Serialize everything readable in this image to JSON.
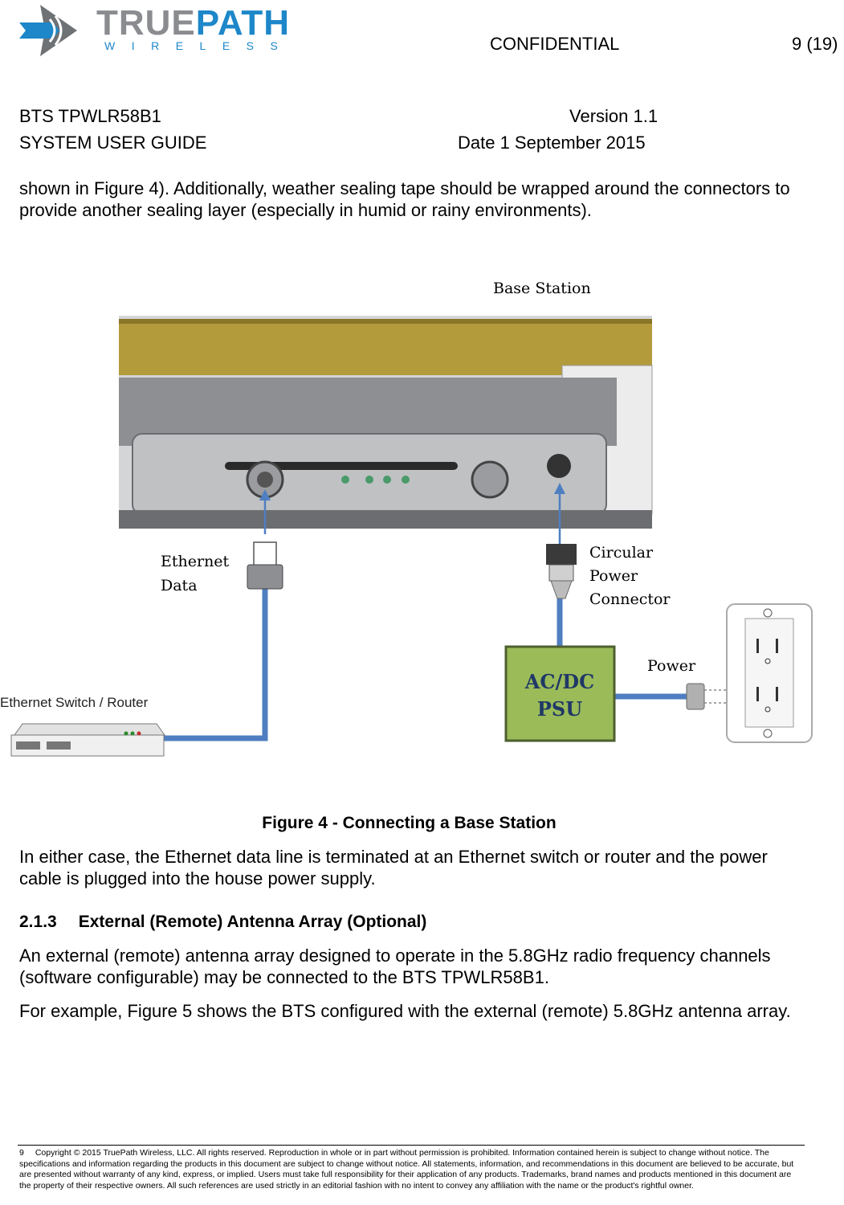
{
  "header": {
    "logo_main_a": "TRUE",
    "logo_main_b": "PATH",
    "logo_sub": "WIRELESS",
    "confidential": "CONFIDENTIAL",
    "page": "9 (19)",
    "doc_line1": "BTS TPWLR58B1",
    "doc_line2": "SYSTEM USER GUIDE",
    "version": "Version 1.1",
    "date": "Date 1 September 2015"
  },
  "paragraphs": {
    "intro": "shown in Figure 4).  Additionally, weather sealing tape should be wrapped around the connectors to provide another sealing layer (especially in humid or rainy environments).",
    "after_figure": "In either case, the Ethernet data line is terminated at an Ethernet switch or router and the power cable is plugged into the house power supply.",
    "section_para1": "An external (remote) antenna array designed to operate in the 5.8GHz radio frequency channels (software configurable) may be connected to the BTS TPWLR58B1.",
    "section_para2": "For example, Figure 5 shows the BTS configured with the external (remote) 5.8GHz antenna array."
  },
  "figure": {
    "caption": "Figure 4 - Connecting a Base Station",
    "base_station_label": "Base Station",
    "ethernet_label_1": "Ethernet",
    "ethernet_label_2": "Data",
    "circular_label_1": "Circular",
    "circular_label_2": "Power",
    "circular_label_3": "Connector",
    "power_label": "Power",
    "psu_line1": "AC/DC",
    "psu_line2": "PSU",
    "switch_label": "Ethernet Switch / Router",
    "colors": {
      "cable": "#4f7fc1",
      "psu_fill": "#9bbb59",
      "psu_border": "#4e5f2f",
      "bracket": "#b39b3c"
    }
  },
  "section": {
    "number": "2.1.3",
    "title": "External (Remote) Antenna Array (Optional)"
  },
  "footer": {
    "page_number": "9",
    "text": "Copyright © 2015 TruePath Wireless, LLC. All rights reserved. Reproduction in whole or in part without permission is prohibited. Information contained herein is subject to change without notice. The specifications and information regarding the products in this document are subject to change without notice. All statements, information, and recommendations in this document are believed to be accurate, but are presented without warranty of any kind, express, or implied. Users must take full responsibility for their application of any products. Trademarks, brand names and products mentioned in this document are the property of their respective owners. All such references are used strictly in an editorial fashion with no intent to convey any affiliation with the name or the product's rightful owner."
  }
}
